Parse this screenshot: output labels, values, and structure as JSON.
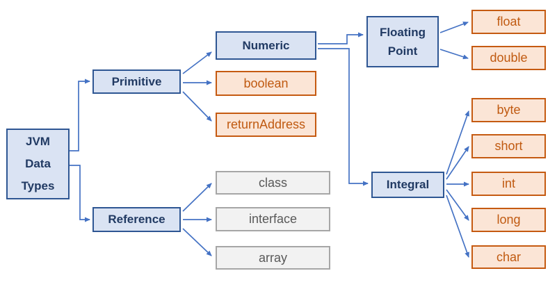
{
  "diagram": {
    "title": "JVM Data Types hierarchy",
    "type": "tree-diagram",
    "colors": {
      "category_fill": "#dae3f3",
      "category_border": "#2e5693",
      "category_text": "#213a63",
      "primitive_type_fill": "#fbe5d6",
      "primitive_type_border": "#c55a11",
      "primitive_type_text": "#c05a11",
      "reference_type_fill": "#f2f2f2",
      "reference_type_border": "#a6a6a6",
      "reference_type_text": "#595959",
      "connector": "#4472c4"
    },
    "nodes": {
      "jvm": {
        "label": "JVM Data Types",
        "kind": "category"
      },
      "primitive": {
        "label": "Primitive",
        "kind": "category"
      },
      "reference": {
        "label": "Reference",
        "kind": "category"
      },
      "numeric": {
        "label": "Numeric",
        "kind": "category"
      },
      "boolean": {
        "label": "boolean",
        "kind": "primitive-type"
      },
      "return_address": {
        "label": "returnAddress",
        "kind": "primitive-type"
      },
      "floating_point": {
        "label": "Floating Point",
        "kind": "category"
      },
      "integral": {
        "label": "Integral",
        "kind": "category"
      },
      "float": {
        "label": "float",
        "kind": "primitive-type"
      },
      "double": {
        "label": "double",
        "kind": "primitive-type"
      },
      "byte": {
        "label": "byte",
        "kind": "primitive-type"
      },
      "short": {
        "label": "short",
        "kind": "primitive-type"
      },
      "int": {
        "label": "int",
        "kind": "primitive-type"
      },
      "long": {
        "label": "long",
        "kind": "primitive-type"
      },
      "char": {
        "label": "char",
        "kind": "primitive-type"
      },
      "class": {
        "label": "class",
        "kind": "reference-type"
      },
      "interface": {
        "label": "interface",
        "kind": "reference-type"
      },
      "array": {
        "label": "array",
        "kind": "reference-type"
      }
    },
    "edges": [
      {
        "from": "jvm",
        "to": "primitive"
      },
      {
        "from": "jvm",
        "to": "reference"
      },
      {
        "from": "primitive",
        "to": "numeric"
      },
      {
        "from": "primitive",
        "to": "boolean"
      },
      {
        "from": "primitive",
        "to": "return_address"
      },
      {
        "from": "numeric",
        "to": "floating_point"
      },
      {
        "from": "numeric",
        "to": "integral"
      },
      {
        "from": "floating_point",
        "to": "float"
      },
      {
        "from": "floating_point",
        "to": "double"
      },
      {
        "from": "integral",
        "to": "byte"
      },
      {
        "from": "integral",
        "to": "short"
      },
      {
        "from": "integral",
        "to": "int"
      },
      {
        "from": "integral",
        "to": "long"
      },
      {
        "from": "integral",
        "to": "char"
      },
      {
        "from": "reference",
        "to": "class"
      },
      {
        "from": "reference",
        "to": "interface"
      },
      {
        "from": "reference",
        "to": "array"
      }
    ]
  }
}
